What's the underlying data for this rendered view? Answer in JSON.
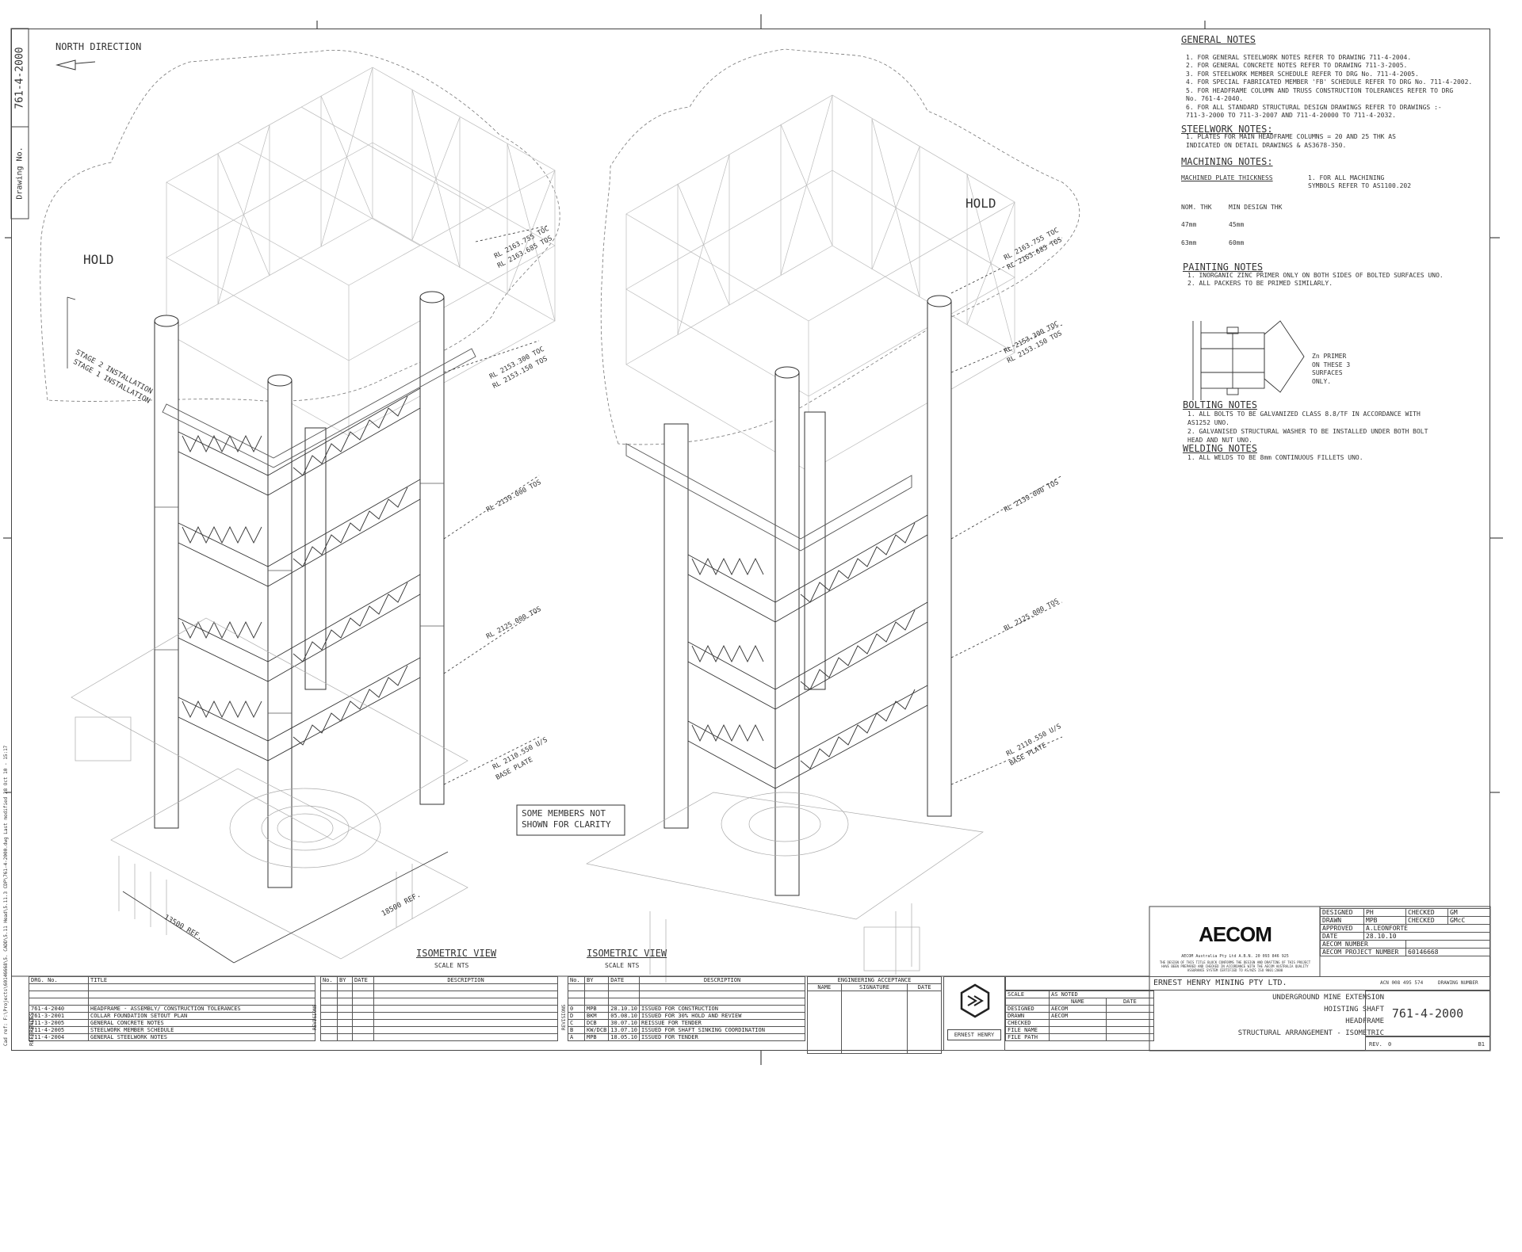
{
  "sheet": {
    "drawing_no_label": "Drawing No.",
    "drawing_no": "761-4-2000",
    "north_label": "NORTH DIRECTION"
  },
  "left_view": {
    "hold": "HOLD",
    "stage2": "STAGE 2 INSTALLATION",
    "stage1": "STAGE 1 INSTALLATION",
    "levels": [
      "RL 2163.755 TOC",
      "RL 2163.685 TOS",
      "RL 2153.300 TOC",
      "RL 2153.150 TOS",
      "RL 2139.000 TOS",
      "RL 2125.000 TOS",
      "RL 2110.550 U/S",
      "BASE PLATE"
    ],
    "dim1": "13500 REF.",
    "dim2": "18500 REF.",
    "title": "ISOMETRIC VIEW",
    "scale": "SCALE NTS"
  },
  "right_view": {
    "hold": "HOLD",
    "levels": [
      "RL 2163.755 TOC",
      "RL 2163.685 TOS",
      "RL 2153.300 TOC",
      "RL 2153.150 TOS",
      "RL 2139.000 TOS",
      "RL 2125.000 TOS",
      "RL 2110.550 U/S",
      "BASE PLATE"
    ],
    "title": "ISOMETRIC VIEW",
    "scale": "SCALE NTS"
  },
  "clarity_note": [
    "SOME MEMBERS NOT",
    "SHOWN FOR CLARITY"
  ],
  "notes": {
    "general_title": "GENERAL NOTES",
    "general": [
      "1.  FOR GENERAL STEELWORK NOTES REFER TO DRAWING 711-4-2004.",
      "2.  FOR GENERAL CONCRETE NOTES REFER TO DRAWING 711-3-2005.",
      "3.  FOR STEELWORK MEMBER SCHEDULE REFER TO DRG No. 711-4-2005.",
      "4.  FOR SPECIAL FABRICATED MEMBER 'FB' SCHEDULE REFER TO DRG No. 711-4-2002.",
      "5.  FOR HEADFRAME COLUMN AND TRUSS CONSTRUCTION TOLERANCES REFER TO DRG",
      "     No. 761-4-2040.",
      "6.  FOR ALL STANDARD STRUCTURAL DESIGN DRAWINGS REFER TO DRAWINGS :-",
      "     711-3-2000 TO 711-3-2007 AND 711-4-20000 TO 711-4-2032."
    ],
    "steel_title": "STEELWORK NOTES:",
    "steel": [
      "1.  PLATES FOR MAIN HEADFRAME COLUMNS = 20 AND 25 THK AS",
      "     INDICATED ON DETAIL DRAWINGS & AS3678-350."
    ],
    "machining_title": "MACHINING NOTES:",
    "machined_plate": "MACHINED PLATE THICKNESS",
    "machining_note": [
      "1.      FOR ALL MACHINING",
      "          SYMBOLS REFER TO AS1100.202"
    ],
    "thk_headers": [
      "NOM. THK",
      "MIN DESIGN THK"
    ],
    "thk_rows": [
      [
        "47mm",
        "45mm"
      ],
      [
        "63mm",
        "60mm"
      ]
    ],
    "painting_title": "PAINTING NOTES",
    "painting": [
      "1.  INORGANIC ZINC PRIMER ONLY ON  BOTH SIDES OF BOLTED SURFACES UNO.",
      "2.  ALL PACKERS TO BE PRIMED SIMILARLY."
    ],
    "primer_note": [
      "Zn PRIMER",
      "ON THESE 3",
      "SURFACES",
      "ONLY."
    ],
    "bolting_title": "BOLTING NOTES",
    "bolting": [
      "1.  ALL BOLTS TO BE GALVANIZED CLASS 8.8/TF IN ACCORDANCE WITH",
      "     AS1252 UNO.",
      "2.  GALVANISED STRUCTURAL WASHER TO BE INSTALLED UNDER BOTH BOLT",
      "     HEAD AND NUT UNO."
    ],
    "welding_title": "WELDING NOTES",
    "welding": [
      "1.  ALL WELDS TO BE 8mm CONTINUOUS FILLETS UNO."
    ]
  },
  "references": {
    "side_label": "REFERENCES",
    "headers": [
      "DRG. No.",
      "TITLE"
    ],
    "rows": [
      [
        "761-4-2040",
        "HEADFRAME - ASSEMBLY/ CONSTRUCTION TOLERANCES"
      ],
      [
        "761-3-2001",
        "COLLAR FOUNDATION SETOUT PLAN"
      ],
      [
        "711-3-2005",
        "GENERAL CONCRETE NOTES"
      ],
      [
        "711-4-2005",
        "STEELWORK MEMBER SCHEDULE"
      ],
      [
        "711-4-2004",
        "GENERAL STEELWORK NOTES"
      ]
    ]
  },
  "revisions_a": {
    "side_label": "REVISIONS",
    "headers": [
      "No.",
      "BY",
      "DATE",
      "DESCRIPTION"
    ]
  },
  "revisions_b": {
    "side_label": "REVISIONS",
    "headers": [
      "No.",
      "BY",
      "DATE",
      "DESCRIPTION"
    ],
    "rows": [
      [
        "0",
        "MPB",
        "28.10.10",
        "ISSUED FOR CONSTRUCTION"
      ],
      [
        "D",
        "BKM",
        "05.08.10",
        "ISSUED FOR 30% HOLD AND REVIEW"
      ],
      [
        "C",
        "DCB",
        "30.07.10",
        "REISSUE FOR TENDER"
      ],
      [
        "B",
        "KW/DCB",
        "13.07.10",
        "ISSUED FOR SHAFT SINKING COORDINATION"
      ],
      [
        "A",
        "MPB",
        "18.05.10",
        "ISSUED FOR TENDER"
      ]
    ]
  },
  "acceptance": {
    "title": "ENGINEERING ACCEPTANCE",
    "headers": [
      "NAME",
      "SIGNATURE",
      "DATE"
    ]
  },
  "title_block": {
    "client_logo_text": "ERNEST HENRY",
    "scale_label": "SCALE",
    "scale_value": "AS NOTED",
    "role_headers": [
      "NAME",
      "DATE"
    ],
    "roles": [
      [
        "DESIGNED",
        "AECOM"
      ],
      [
        "DRAWN",
        "AECOM"
      ],
      [
        "CHECKED",
        ""
      ],
      [
        "FILE NAME",
        ""
      ],
      [
        "FILE PATH",
        ""
      ]
    ],
    "client": "ERNEST HENRY MINING PTY LTD.",
    "abn": "ACN 008 495 574",
    "project_lines": [
      "UNDERGROUND MINE EXTENSION",
      "HOISTING SHAFT",
      "HEADFRAME",
      "STRUCTURAL ARRANGEMENT - ISOMETRIC"
    ],
    "drawing_number_label": "DRAWING NUMBER",
    "drawing_number": "761-4-2000",
    "rev_label": "REV.",
    "rev_value": "0",
    "size": "B1",
    "aecom": "AECOM",
    "aecom_sub": "AECOM Australia Pty Ltd  A.B.N. 20 093 846 925",
    "aecom_fine": "THE DESIGN OF THIS TITLE BLOCK CONFORMS THE DESIGN AND DRAFTING OF THIS PROJECT HAVE BEEN PREPARED AND CHECKED IN ACCORDANCE WITH THE AECOM AUSTRALIA QUALITY ASSURANCE SYSTEM CERTIFIED TO AS/NZS ISO 9001:2000",
    "signoff": [
      [
        "DESIGNED",
        "PH",
        "CHECKED",
        "GM"
      ],
      [
        "DRAWN",
        "MPB",
        "CHECKED",
        "GMcC"
      ]
    ],
    "approved_label": "APPROVED",
    "approved": "A.LEONFORTE",
    "date_label": "DATE",
    "date": "28.10.10",
    "aecom_number_label": "AECOM NUMBER",
    "aecom_number": "",
    "project_number_label": "AECOM PROJECT NUMBER",
    "project_number": "60146668"
  },
  "plot_stamp": "Cad ref: F:\\Projects\\60146668\\5. CADD\\5.11 Head\\5.11.3  CDP\\761-4-2000.dwg  Last modified 28 Oct 10 - 15:17"
}
